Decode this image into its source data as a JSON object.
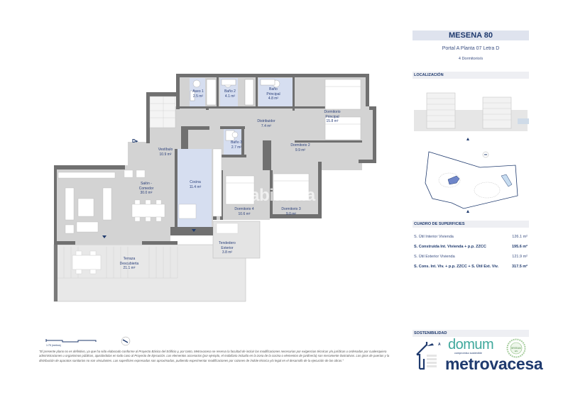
{
  "header": {
    "project_name": "MESENA 80",
    "unit": "Portal A Planta 07 Letra D",
    "bedrooms": "4 Dormitorio/s"
  },
  "sections": {
    "location": "LOCALIZACIÓN",
    "surfaces": "CUADRO DE SUPERFICIES",
    "sustainability": "SOSTENIBILIDAD"
  },
  "surfaces": [
    {
      "label": "S. Útil Interior Vivienda",
      "value": "126.1 m²",
      "bold": false
    },
    {
      "label": "S. Construida Int. Vivienda + p.p. ZZCC",
      "value": "195.6 m²",
      "bold": true
    },
    {
      "label": "S. Útil Exterior Vivienda",
      "value": "121.9 m²",
      "bold": false
    },
    {
      "label": "S. Cons. Int. Viv. + p.p. ZZCC + S. Útil Ext. Viv.",
      "value": "317.5 m²",
      "bold": true
    }
  ],
  "rooms": {
    "aseo1": "Aseo 1\n2.5 m²",
    "bano2": "Baño 2\n4.1 m²",
    "bano_principal": "Baño\nPrincipal\n4.8 m²",
    "dormitorio_principal": "Dormitorio\nPrincipal\n15.8 m²",
    "distribuidor": "Distribuidor\n7.4 m²",
    "bano3": "Baño 3\n2.7 m²",
    "dormitorio2": "Dormitorio 2\n9.9 m²",
    "vestibulo": "Vestíbulo\n10.9 m²",
    "salon": "Salón -\nComedor\n30.0 m²",
    "cocina": "Cocina\n11.4 m²",
    "dormitorio4": "Dormitorio 4\n10.6 m²",
    "dormitorio3": "Dormitorio 3\n9.0 m²",
    "tendedero": "Tendedero\nExterior\n3.8 m²",
    "terraza": "Terraza\nDescubierta\n21.1 m²"
  },
  "plan": {
    "entry_letter": "D",
    "watermark": "habitaclia",
    "scale_label": "1:75 (metros)",
    "scale_ticks": [
      "0",
      "1",
      "3",
      "5m"
    ]
  },
  "disclaimer": "\"El presente plano no es definitivo, ya que ha sido elaborado conforme al Proyecto Básico del Edificio y, por tanto, Metrovacesa se reserva la facultad de incluir las modificaciones necesarias por exigencias técnicas y/o jurídicas u ordenadas por cualesquiera administraciones u organismos públicos, ajustándolas en todo caso al Proyecto de Ejecución. Los elementos accesorios (por ejemplo, el mobiliario incluido en la zona de la cocina o elementos de jardinería) son meramente ilustrativos. Los giros de puertas y la distribución de aparatos sanitarios no son vinculantes. Las superficies expresadas son aproximadas, pudiendo experimentar modificaciones por razones de índole técnica y/o legal en el desarrollo de la ejecución de las obras.\"",
  "logos": {
    "energy_rating": "A",
    "domum": "domum",
    "domum_tagline": "compromiso sostenible",
    "breeam": "BREEAM ES",
    "brand": "metrovacesa"
  },
  "colors": {
    "brand_blue": "#1f3a6e",
    "wall": "#6f6f6f",
    "floor": "#d2d2d2",
    "wet_room": "#d6def0",
    "domum_teal": "#3fa89c",
    "title_bar": "#dfe3ee"
  }
}
